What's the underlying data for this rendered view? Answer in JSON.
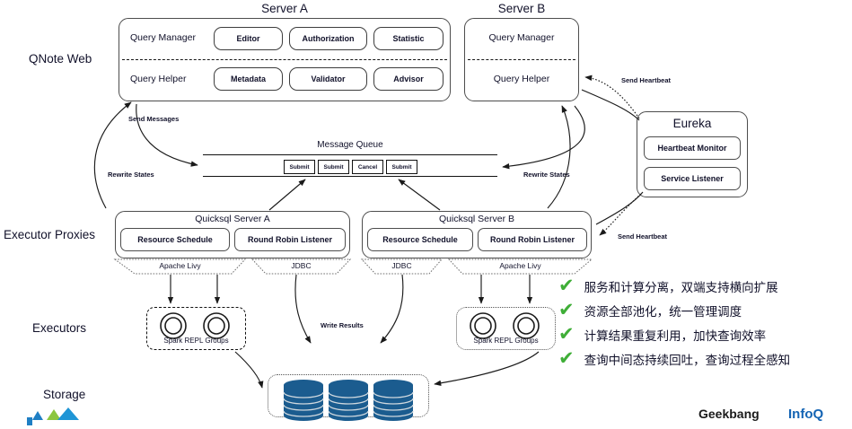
{
  "diagram": {
    "row_labels": [
      {
        "text": "QNote Web"
      },
      {
        "text": "Executor Proxies"
      },
      {
        "text": "Executors"
      },
      {
        "text": "Storage"
      }
    ],
    "servers": [
      {
        "title": "Server A",
        "sections": [
          {
            "name": "Query Manager",
            "pills": [
              "Editor",
              "Authorization",
              "Statistic"
            ]
          },
          {
            "name": "Query Helper",
            "pills": [
              "Metadata",
              "Validator",
              "Advisor"
            ]
          }
        ]
      },
      {
        "title": "Server B",
        "sections": [
          {
            "name": "Query Manager",
            "pills": []
          },
          {
            "name": "Query Helper",
            "pills": []
          }
        ]
      }
    ],
    "eureka": {
      "title": "Eureka",
      "items": [
        "Heartbeat Monitor",
        "Service Listener"
      ]
    },
    "message_queue": {
      "title": "Message Queue",
      "tokens": [
        "Submit",
        "Submit",
        "Cancel",
        "Submit"
      ]
    },
    "quicksql": [
      {
        "title": "Quicksql Server A",
        "modules": [
          "Resource Schedule",
          "Round Robin Listener"
        ],
        "connectors": [
          "Apache Livy",
          "JDBC"
        ]
      },
      {
        "title": "Quicksql Server B",
        "modules": [
          "Resource Schedule",
          "Round Robin Listener"
        ],
        "connectors": [
          "JDBC",
          "Apache Livy"
        ]
      }
    ],
    "executors": [
      {
        "label": "Spark REPL Groups"
      },
      {
        "label": "Spark REPL Groups"
      }
    ],
    "edge_labels": {
      "send_messages": "Send Messages",
      "rewrite_states_left": "Rewrite States",
      "rewrite_states_right": "Rewrite States",
      "send_heartbeat_top": "Send Heartbeat",
      "send_heartbeat_bottom": "Send Heartbeat",
      "write_results": "Write Results"
    },
    "bullets": [
      {
        "mark": "✔",
        "text": "服务和计算分离，双端支持横向扩展"
      },
      {
        "mark": "✔",
        "text": "资源全部池化，统一管理调度"
      },
      {
        "mark": "✔",
        "text": "计算结果重复利用，加快查询效率"
      },
      {
        "mark": "✔",
        "text": "查询中间态持续回吐，查询过程全感知"
      }
    ],
    "watermark": {
      "left_logo": "logo-mark",
      "right_logo_1": "Geekbang",
      "right_logo_2": "InfoQ"
    },
    "colors": {
      "check_green": "#3fae37",
      "cylinder_blue": "#1b5c8f",
      "line": "#4d4d4d",
      "text": "#11112a"
    }
  }
}
